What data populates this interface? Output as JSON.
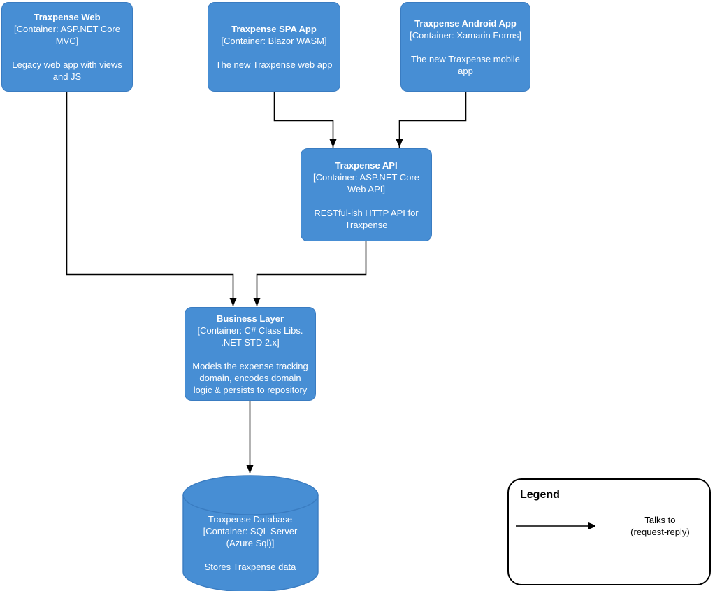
{
  "nodes": {
    "web": {
      "title": "Traxpense Web",
      "subtitle": "[Container: ASP.NET Core MVC]",
      "description": "Legacy web app with views and JS"
    },
    "spa": {
      "title": "Traxpense SPA App",
      "subtitle": "[Container: Blazor WASM]",
      "description": "The new Traxpense web app"
    },
    "android": {
      "title": "Traxpense Android App",
      "subtitle": "[Container: Xamarin Forms]",
      "description": "The new Traxpense mobile app"
    },
    "api": {
      "title": "Traxpense API",
      "subtitle": "[Container: ASP.NET Core Web API]",
      "description": "RESTful-ish HTTP API for Traxpense"
    },
    "business": {
      "title": "Business Layer",
      "subtitle": "[Container: C# Class Libs. .NET STD 2.x]",
      "description": "Models the expense tracking domain, encodes domain logic & persists to repository"
    },
    "database": {
      "title": "Traxpense Database",
      "subtitle": "[Container: SQL Server (Azure Sql)]",
      "description": "Stores Traxpense data"
    }
  },
  "edges": [
    {
      "from": "Traxpense Web",
      "to": "Business Layer"
    },
    {
      "from": "Traxpense SPA App",
      "to": "Traxpense API"
    },
    {
      "from": "Traxpense Android App",
      "to": "Traxpense API"
    },
    {
      "from": "Traxpense API",
      "to": "Business Layer"
    },
    {
      "from": "Business Layer",
      "to": "Traxpense Database"
    }
  ],
  "legend": {
    "title": "Legend",
    "arrow_label": "Talks to\n(request-reply)"
  },
  "colors": {
    "node_fill": "#478ED4",
    "node_border": "#3A7CC1",
    "node_text": "#FFFFFF",
    "edge": "#000000",
    "legend_border": "#000000",
    "background": "#FFFFFF"
  }
}
